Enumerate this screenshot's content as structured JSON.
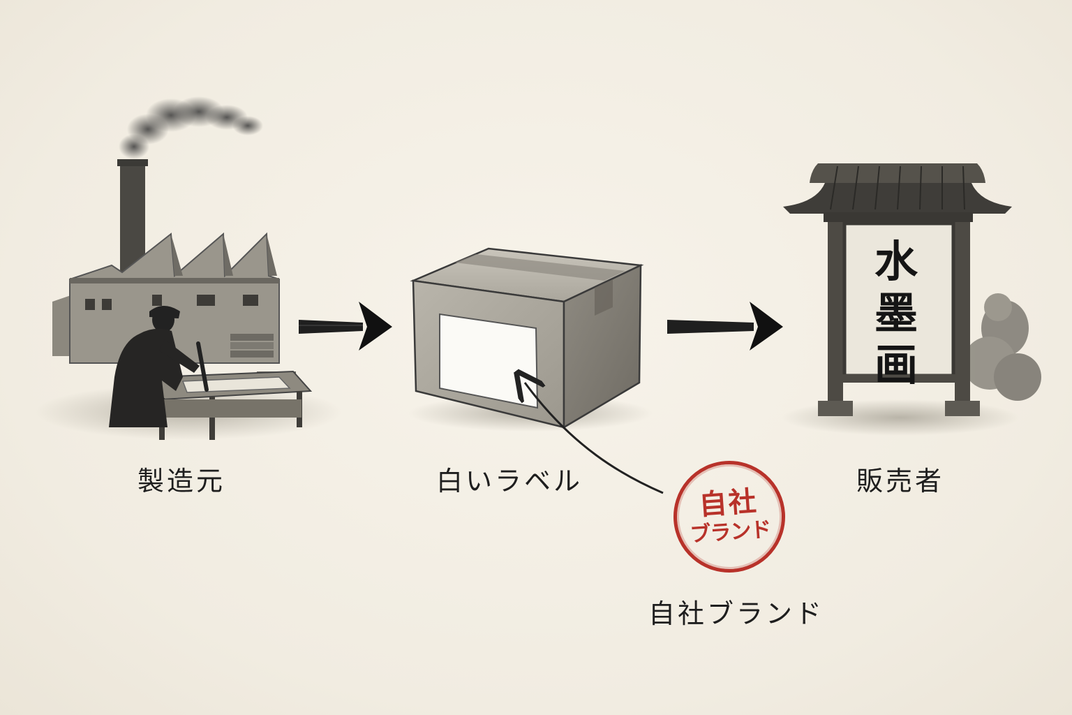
{
  "nodes": {
    "manufacturer": {
      "label": "製造元"
    },
    "white_label": {
      "label": "白いラベル"
    },
    "seller": {
      "label": "販売者",
      "sign_text": [
        "水",
        "墨",
        "画"
      ]
    },
    "own_brand": {
      "label": "自社ブランド",
      "stamp_line1": "自社",
      "stamp_line2": "ブランド"
    }
  },
  "colors": {
    "paper": "#f3efe5",
    "ink": "#1d1d1d",
    "stamp_red": "#b8322a"
  },
  "icons": [
    "factory-icon",
    "worker-icon",
    "cardboard-box-icon",
    "signboard-icon",
    "arrow-right-icon",
    "curved-arrow-icon",
    "stamp-icon"
  ]
}
